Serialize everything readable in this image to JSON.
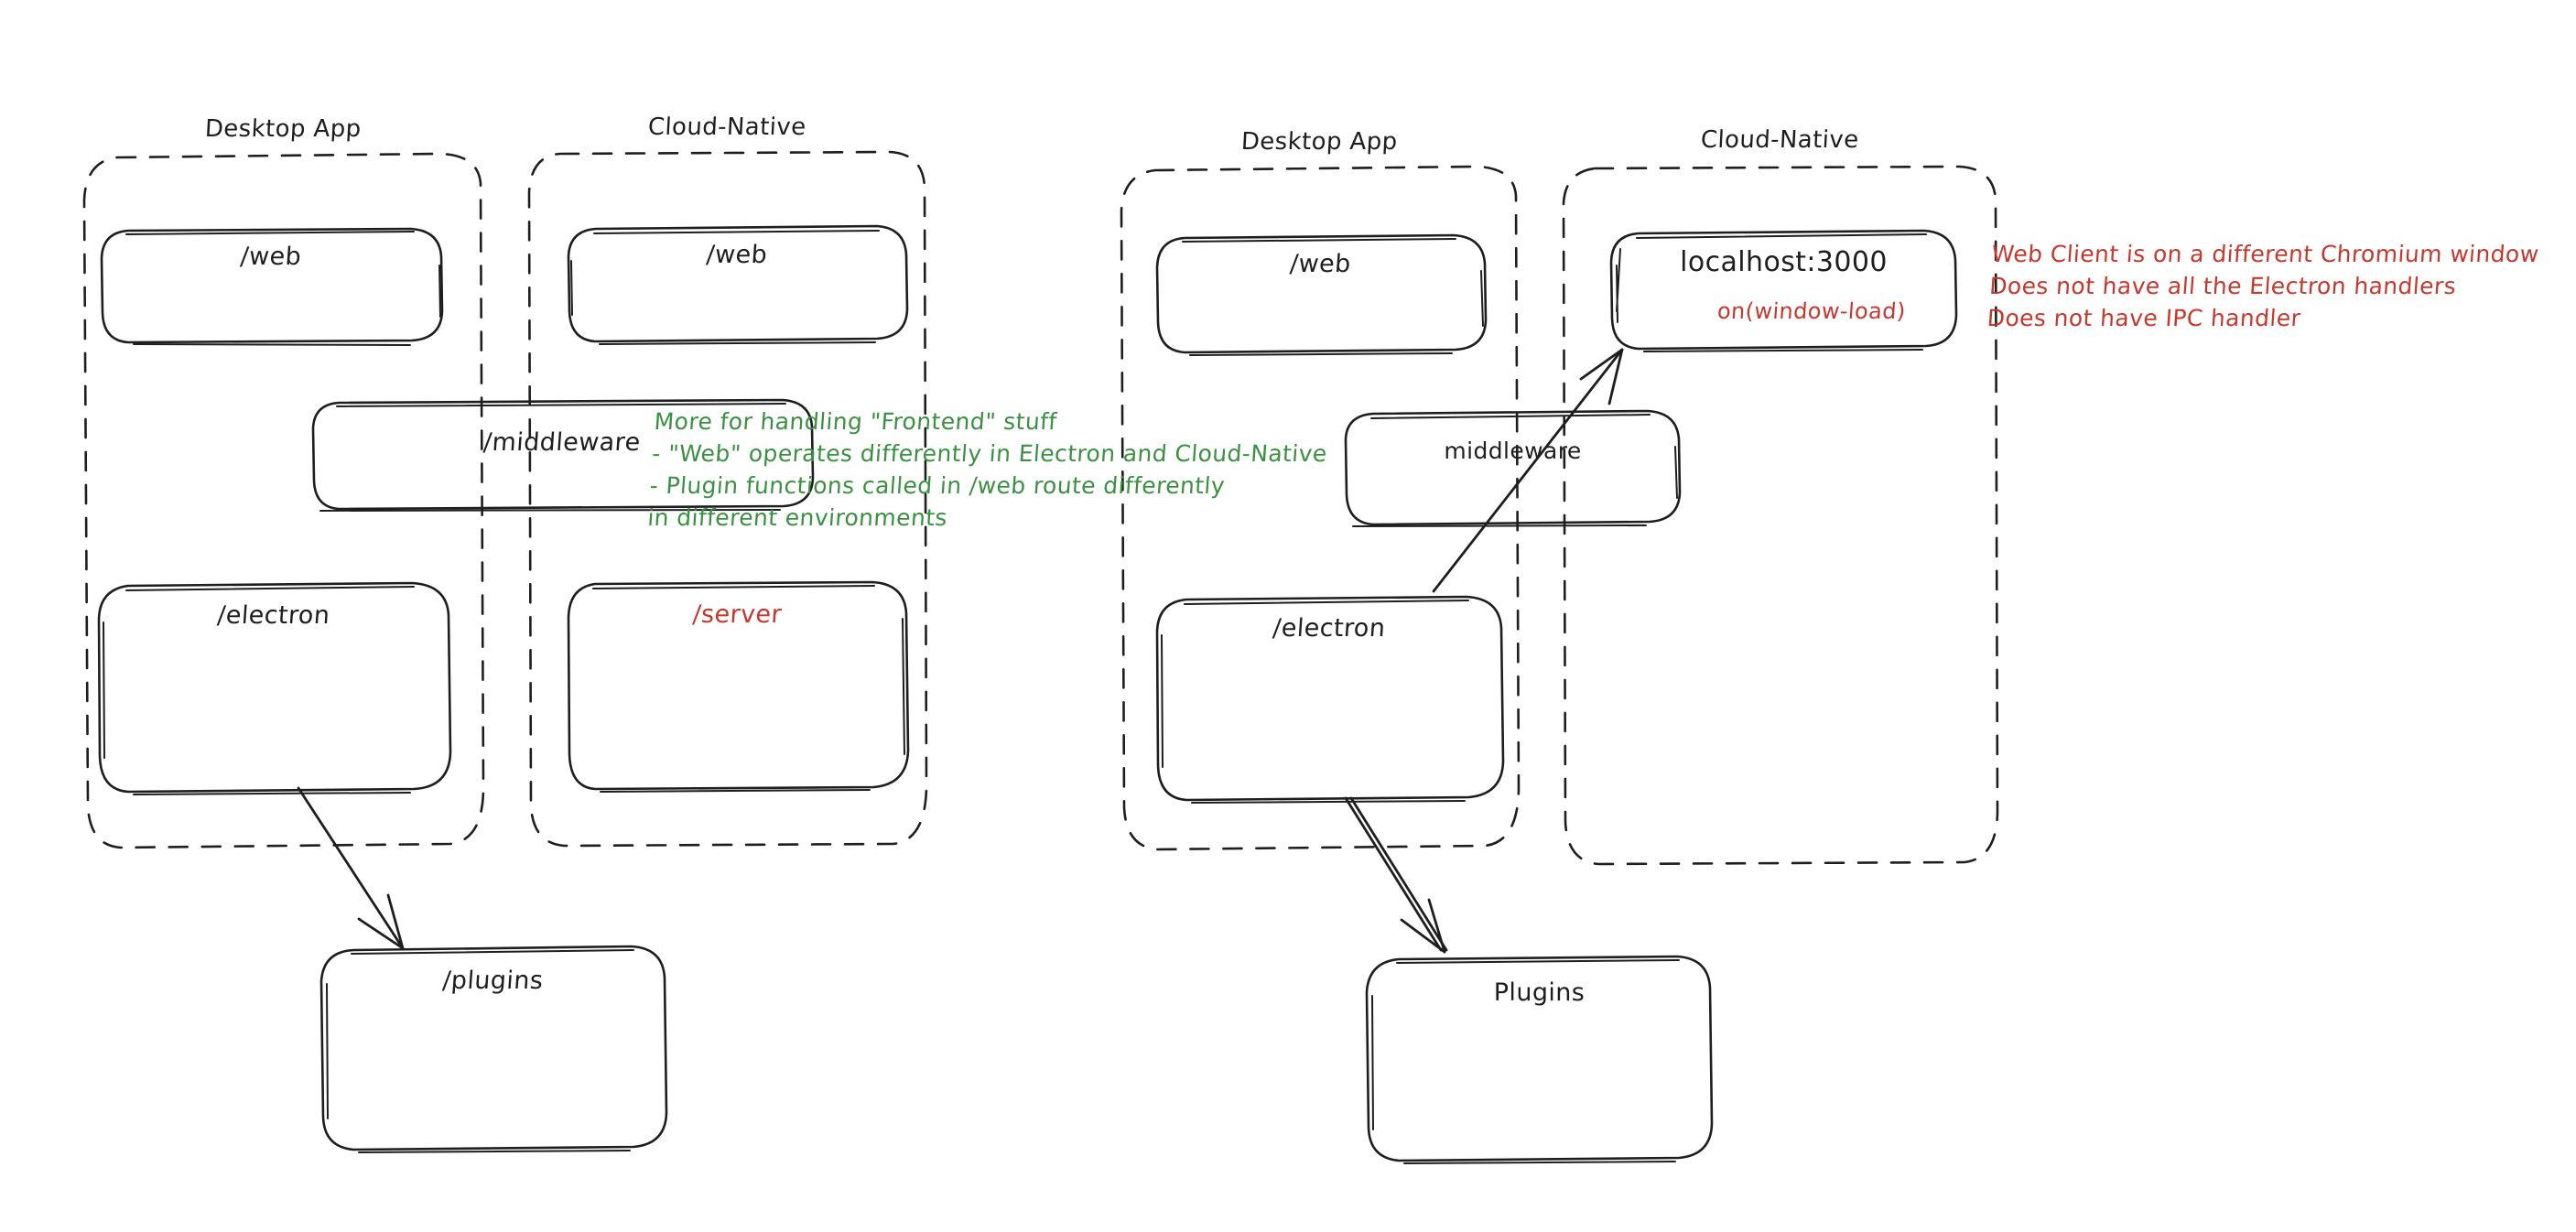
{
  "diagram": {
    "title_hidden": "",
    "background": "#ffffff",
    "colors": {
      "ink": "#1e1e1e",
      "green": "#3a9142",
      "red": "#c8372d"
    },
    "panels": [
      {
        "id": "left",
        "groups": [
          {
            "id": "left-desktop",
            "title": "Desktop App"
          },
          {
            "id": "left-cloud",
            "title": "Cloud-Native"
          }
        ],
        "boxes": [
          {
            "id": "left-web-desktop",
            "label": "/web",
            "color": "ink"
          },
          {
            "id": "left-web-cloud",
            "label": "/web",
            "color": "ink"
          },
          {
            "id": "left-middleware",
            "label": "/middleware",
            "color": "ink"
          },
          {
            "id": "left-electron",
            "label": "/electron",
            "color": "ink"
          },
          {
            "id": "left-server",
            "label": "/server",
            "color": "red"
          },
          {
            "id": "left-plugins",
            "label": "/plugins",
            "color": "ink"
          }
        ]
      },
      {
        "id": "right",
        "groups": [
          {
            "id": "right-desktop",
            "title": "Desktop App"
          },
          {
            "id": "right-cloud",
            "title": "Cloud-Native"
          }
        ],
        "boxes": [
          {
            "id": "right-web-desktop",
            "label": "/web",
            "color": "ink"
          },
          {
            "id": "right-localhost",
            "label": "localhost:3000",
            "color": "ink",
            "sub_label": "on(window-load)",
            "sub_color": "red"
          },
          {
            "id": "right-middleware",
            "label": "middleware",
            "color": "ink"
          },
          {
            "id": "right-electron",
            "label": "/electron",
            "color": "ink"
          },
          {
            "id": "right-plugins",
            "label": "Plugins",
            "color": "ink"
          }
        ]
      }
    ],
    "annotations": {
      "green_note": {
        "color": "#3a9142",
        "lines": [
          "More for handling \"Frontend\" stuff",
          "- \"Web\" operates differently in Electron and Cloud-Native",
          "- Plugin functions called in /web route differently",
          "in different environments"
        ],
        "text": "More for handling \"Frontend\" stuff\n- \"Web\" operates differently in Electron and Cloud-Native\n- Plugin functions called in /web route differently\nin different environments"
      },
      "red_note": {
        "color": "#c8372d",
        "lines": [
          "Web Client is on a different Chromium window",
          "Does not have all the Electron handlers",
          "Does not have IPC handler"
        ],
        "text": "Web Client is on a different Chromium window\nDoes not have all the Electron handlers\nDoes not have IPC handler"
      }
    },
    "arrows": [
      {
        "id": "left-electron-to-plugins",
        "from": "left-electron",
        "to": "left-plugins",
        "style": "double-head"
      },
      {
        "id": "right-electron-to-localhost",
        "from": "right-electron",
        "to": "right-localhost",
        "style": "double-head"
      },
      {
        "id": "right-electron-to-plugins",
        "from": "right-electron",
        "to": "right-plugins",
        "style": "double-head"
      }
    ]
  }
}
